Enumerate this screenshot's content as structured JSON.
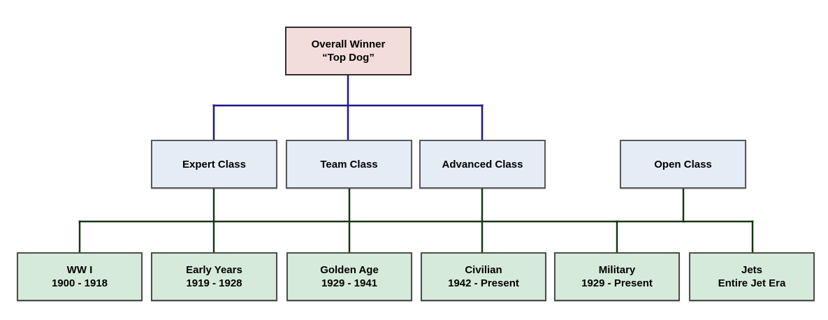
{
  "diagram": {
    "root_node": {
      "line1": "Overall Winner",
      "line2": "“Top Dog”"
    },
    "class_nodes": [
      {
        "label": "Expert Class"
      },
      {
        "label": "Team Class"
      },
      {
        "label": "Advanced Class"
      },
      {
        "label": "Open Class"
      }
    ],
    "era_nodes": [
      {
        "line1": "WW I",
        "line2": "1900 - 1918"
      },
      {
        "line1": "Early Years",
        "line2": "1919 - 1928"
      },
      {
        "line1": "Golden Age",
        "line2": "1929 - 1941"
      },
      {
        "line1": "Civilian",
        "line2": "1942 - Present"
      },
      {
        "line1": "Military",
        "line2": "1929 - Present"
      },
      {
        "line1": "Jets",
        "line2": "Entire Jet Era"
      }
    ],
    "connectors": {
      "blue_bus": {
        "parent": "Overall Winner “Top Dog”",
        "children": [
          "Expert Class",
          "Team Class",
          "Advanced Class"
        ]
      },
      "green_bus": {
        "parents": [
          "Expert Class",
          "Team Class",
          "Advanced Class",
          "Open Class"
        ],
        "children": [
          "WW I",
          "Early Years",
          "Golden Age",
          "Civilian",
          "Military",
          "Jets"
        ]
      }
    }
  },
  "colors": {
    "canvas_bg": "#ffffff",
    "root_fill": "#f3dddc",
    "root_border": "#2f2f2f",
    "class_fill": "#e6ecf6",
    "class_border": "#595959",
    "era_fill": "#d6eadb",
    "era_border": "#4d4d4d",
    "blue_line": "#1b1b8e",
    "green_line": "#123512"
  }
}
